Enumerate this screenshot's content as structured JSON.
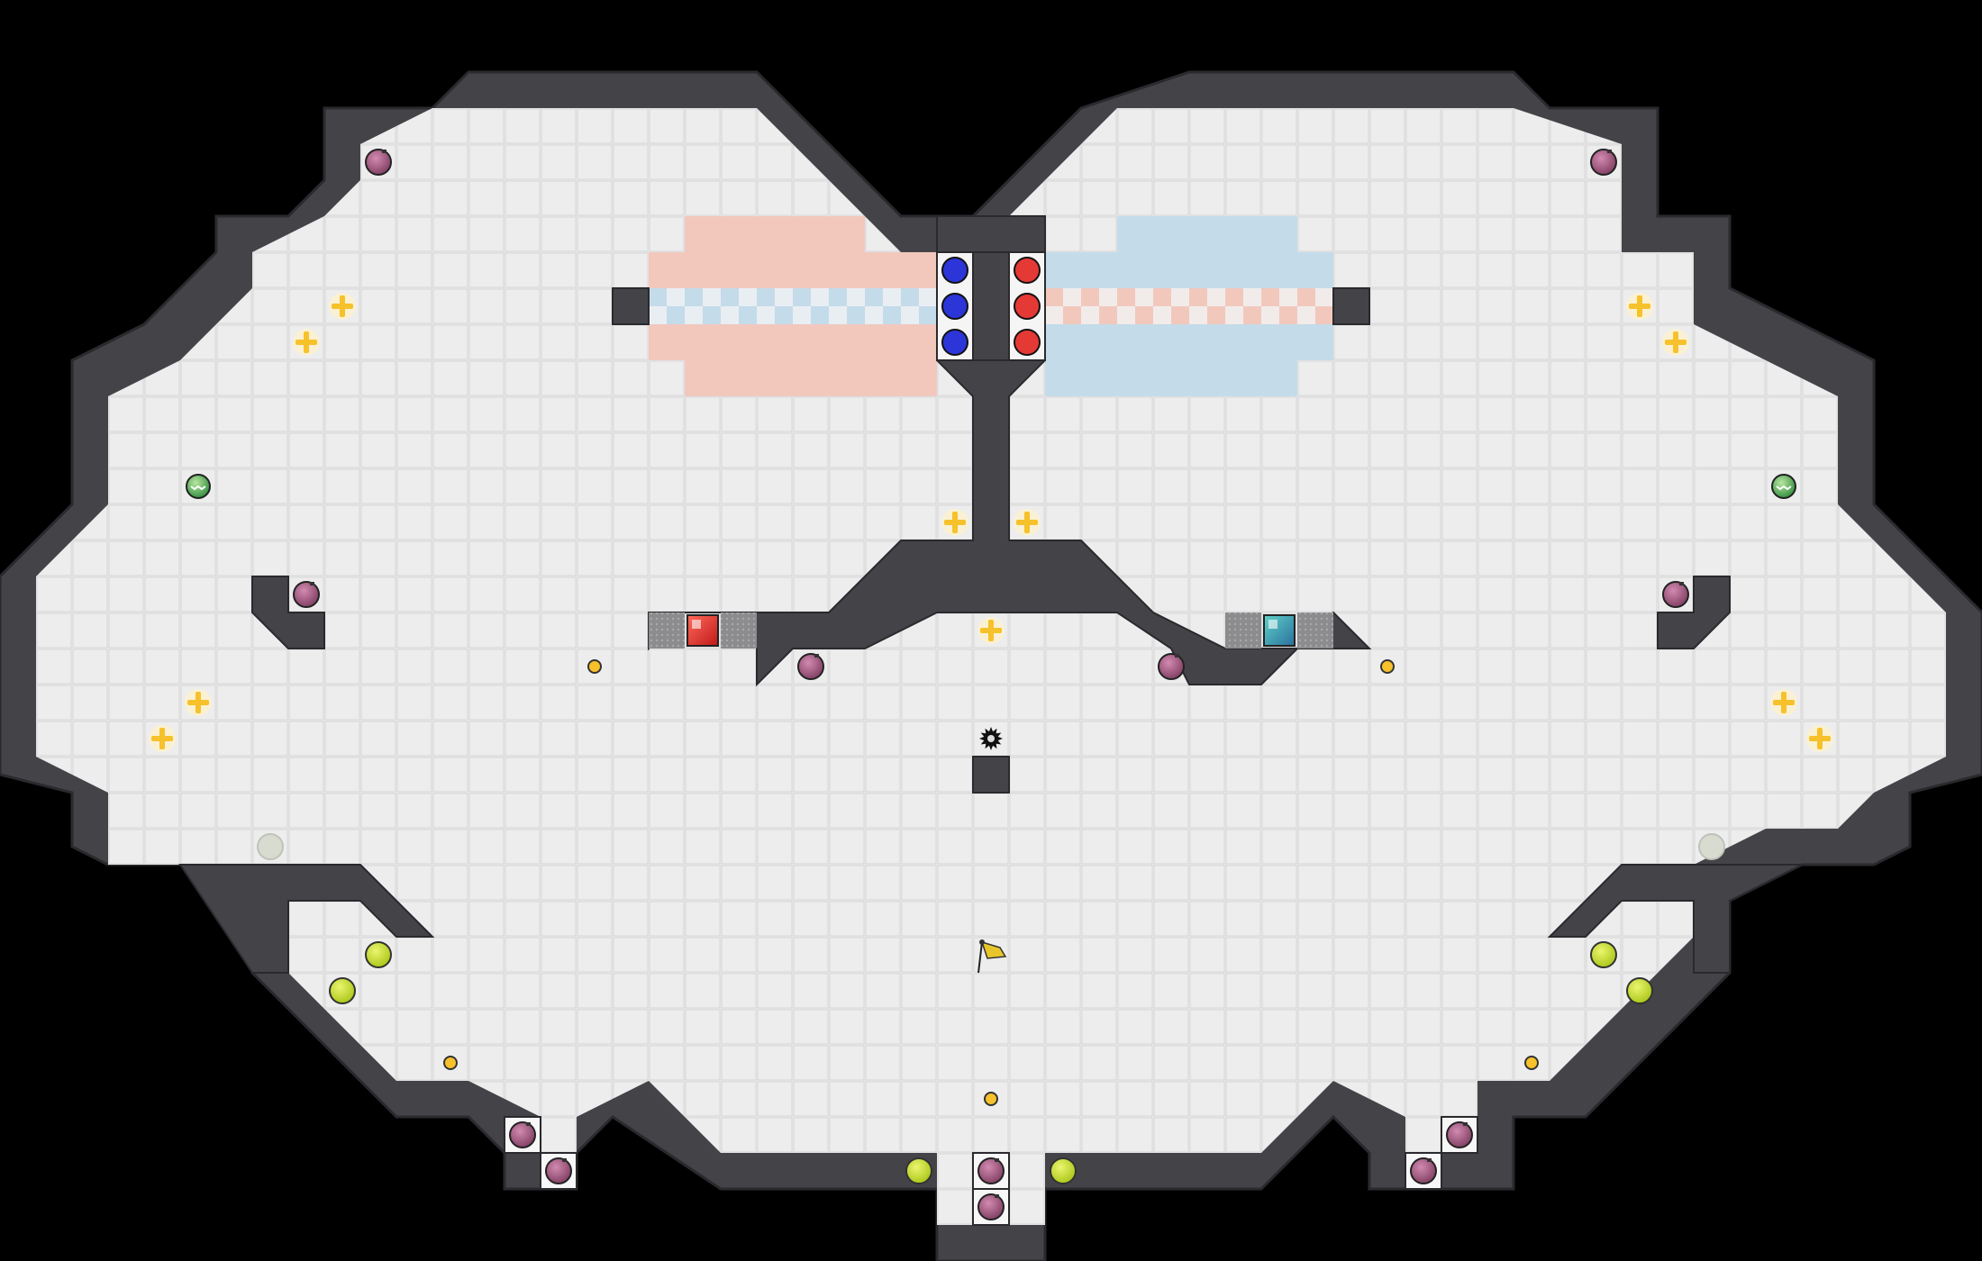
{
  "level": {
    "title": "",
    "grid_cell": "light-gray tile",
    "palette": {
      "background": "#000000",
      "floor": "#e9e9ea",
      "grid_line": "#d3d3d5",
      "wall": "#444448",
      "wall_edge": "#2f2f33",
      "red_team": "#e53935",
      "blue_team": "#2b35d8",
      "red_zone": "#f2c8bd",
      "blue_zone": "#c4dbea",
      "boost": "#f6c12b",
      "speed_pad": "#c8e020",
      "bomb": "#a25a82",
      "gate": "#7e7e80",
      "neutral_flag": "#e8c62a"
    }
  },
  "entities": {
    "blue_flag_stands": 3,
    "red_flag_stands": 3,
    "red_team_button": "red-flag-button",
    "blue_team_button": "teal-flag-button",
    "neutral_flag": "yellow-flag-icon",
    "spike": "spike-icon",
    "powerups": "green-powerup-icon",
    "bombs": "bomb-icon",
    "boosts": "boost-icon",
    "speed_pads": "speed-pad-icon",
    "portals": "portal-icon",
    "buttons": "button-dot-icon"
  }
}
